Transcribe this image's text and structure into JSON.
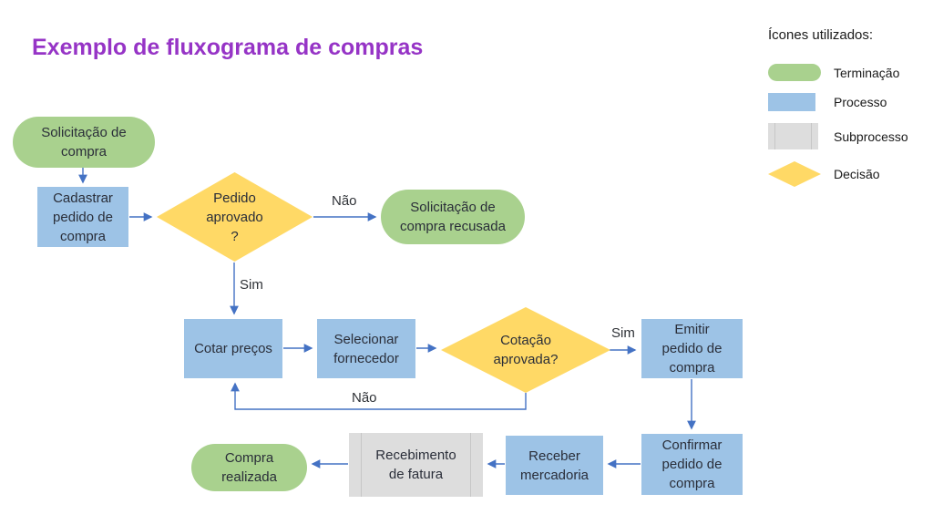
{
  "title": "Exemplo de fluxograma de compras",
  "colors": {
    "title_purple": "#9634c6",
    "termination_green": "#a9d18e",
    "process_blue": "#9dc3e6",
    "subprocess_gray": "#dddddd",
    "decision_yellow": "#ffd966",
    "connector_blue": "#4472c4"
  },
  "flow": {
    "nodes": [
      {
        "id": "solicitacao-compra",
        "type": "termination",
        "label": "Solicitação de\ncompra"
      },
      {
        "id": "cadastrar-pedido",
        "type": "process",
        "label": "Cadastrar\npedido de\ncompra"
      },
      {
        "id": "pedido-aprovado",
        "type": "decision",
        "label": "Pedido\naprovado\n?"
      },
      {
        "id": "compra-recusada",
        "type": "termination",
        "label": "Solicitação de\ncompra recusada"
      },
      {
        "id": "cotar-precos",
        "type": "process",
        "label": "Cotar preços"
      },
      {
        "id": "selecionar-fornecedor",
        "type": "process",
        "label": "Selecionar\nfornecedor"
      },
      {
        "id": "cotacao-aprovada",
        "type": "decision",
        "label": "Cotação\naprovada?"
      },
      {
        "id": "emitir-pedido",
        "type": "process",
        "label": "Emitir\npedido de\ncompra"
      },
      {
        "id": "confirmar-pedido",
        "type": "process",
        "label": "Confirmar\npedido de\ncompra"
      },
      {
        "id": "receber-mercadoria",
        "type": "process",
        "label": "Receber\nmercadoria"
      },
      {
        "id": "recebimento-fatura",
        "type": "subprocess",
        "label": "Recebimento\nde fatura"
      },
      {
        "id": "compra-realizada",
        "type": "termination",
        "label": "Compra\nrealizada"
      }
    ],
    "edge_labels": [
      {
        "id": "nao-pedido",
        "label": "Não"
      },
      {
        "id": "sim-pedido",
        "label": "Sim"
      },
      {
        "id": "sim-cotacao",
        "label": "Sim"
      },
      {
        "id": "nao-cotacao",
        "label": "Não"
      }
    ]
  },
  "legend": {
    "title": "Ícones utilizados:",
    "items": [
      {
        "shape": "termination",
        "label": "Terminação"
      },
      {
        "shape": "process",
        "label": "Processo"
      },
      {
        "shape": "subprocess",
        "label": "Subprocesso"
      },
      {
        "shape": "decision",
        "label": "Decisão"
      }
    ]
  }
}
